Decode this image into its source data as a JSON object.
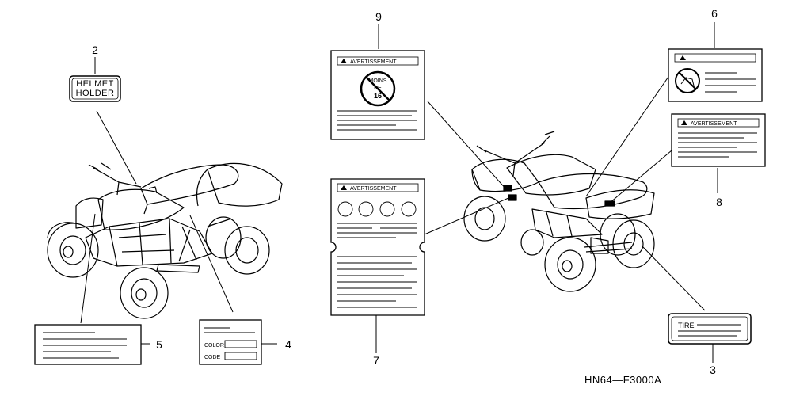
{
  "diagram_code": "HN64—F3000A",
  "callouts": {
    "c2": "2",
    "c3": "3",
    "c4": "4",
    "c5": "5",
    "c6": "6",
    "c7": "7",
    "c8": "8",
    "c9": "9"
  },
  "labels": {
    "helmet_line1": "HELMET",
    "helmet_line2": "HOLDER",
    "warning_header": "AVERTISSEMENT",
    "no_sign_line1": "MOINS",
    "no_sign_line2": "DE",
    "no_sign_line3": "16",
    "color_field": "COLOR",
    "code_field": "CODE",
    "tire_label": "TIRE"
  }
}
